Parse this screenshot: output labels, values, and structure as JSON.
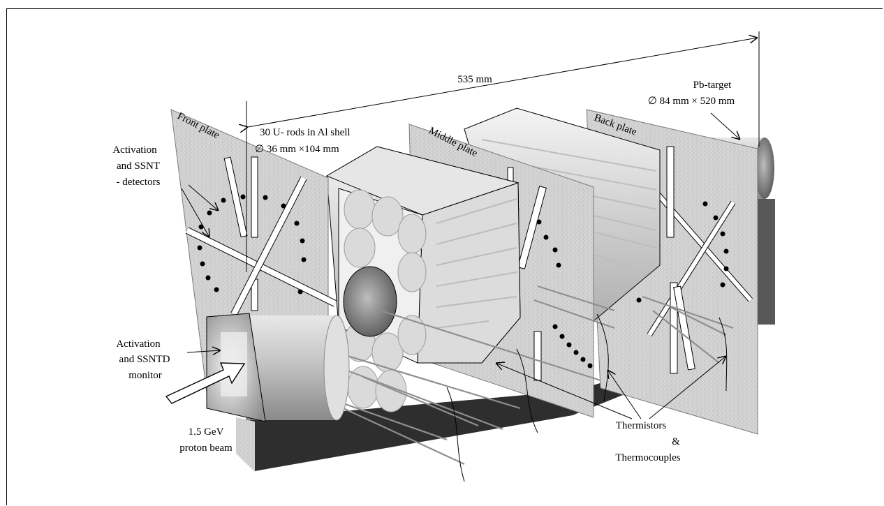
{
  "labels": {
    "dimension_total": "535 mm",
    "pb_target_1": "Pb-target",
    "pb_target_2": "∅ 84 mm × 520 mm",
    "rods_1": "30 U- rods in Al shell",
    "rods_2": "∅ 36 mm ×104 mm",
    "activation_1": "Activation",
    "activation_2": "and SSNT",
    "activation_3": "- detectors",
    "front_plate": "Front plate",
    "middle_plate": "Middle plate",
    "back_plate": "Back plate",
    "monitor_1": "Activation",
    "monitor_2": "and SSNTD",
    "monitor_3": "monitor",
    "beam_1": "1.5 GeV",
    "beam_2": "proton beam",
    "thermo_1": "Thermistors",
    "thermo_2": "&",
    "thermo_3": "Thermocouples"
  }
}
